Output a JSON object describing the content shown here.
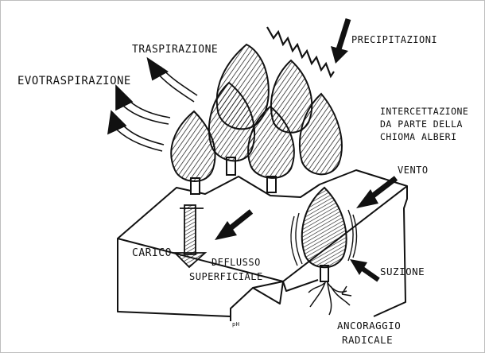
{
  "diagram": {
    "labels": {
      "traspirazione": "TRASPIRAZIONE",
      "evotraspirazione": "EVOTRASPIRAZIONE",
      "precipitazioni": "PRECIPITAZIONI",
      "intercettazione_1": "INTERCETTAZIONE",
      "intercettazione_2": "DA PARTE DELLA",
      "intercettazione_3": "CHIOMA ALBERI",
      "vento": "VENTO",
      "carico": "CARICO",
      "deflusso_1": "DEFLUSSO",
      "deflusso_2": "SUPERFICIALE",
      "suzione": "SUZIONE",
      "ancoraggio_1": "ANCORAGGIO",
      "ancoraggio_2": "RADICALE",
      "corner_mark": "pH"
    },
    "ink_color": "#111111",
    "background_color": "#ffffff"
  }
}
